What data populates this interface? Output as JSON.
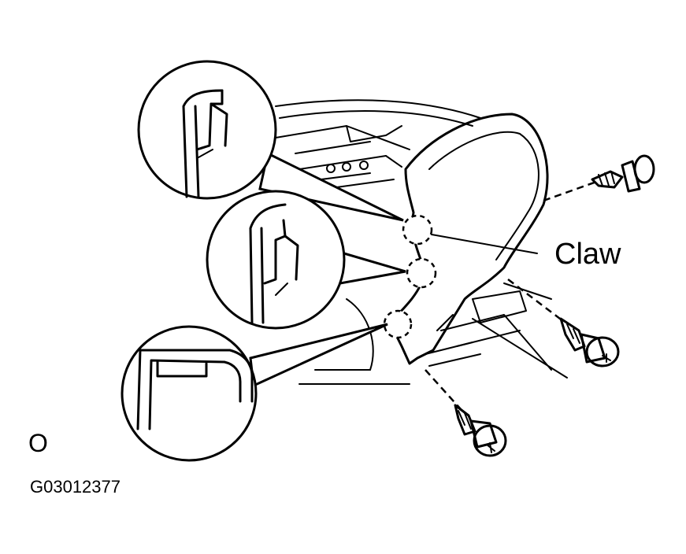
{
  "labels": {
    "claw": "Claw",
    "view": "O",
    "figure_id": "G03012377"
  },
  "colors": {
    "line": "#000000",
    "background": "#ffffff"
  }
}
